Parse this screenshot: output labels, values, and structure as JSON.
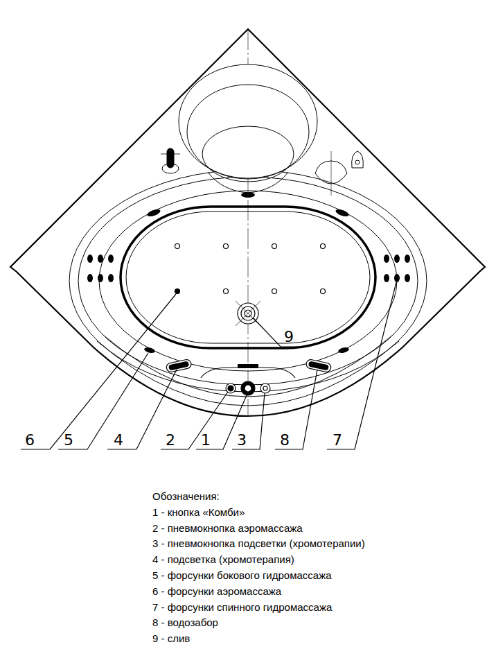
{
  "diagram": {
    "labels": [
      "9",
      "6",
      "5",
      "4",
      "2",
      "1",
      "3",
      "8",
      "7",
      "Обозначения:",
      "1 - кнопка «Комби»",
      "2 - пневмокнопка аэромассажа",
      "3 - пневмокнопка подсветки (хромотерапии)",
      "4 - подсветка (хромотерапия)",
      "5 - форсунки бокового гидромассажа",
      "6 - форсунки аэромассажа",
      "7 - форсунки спинного гидромассажа",
      "8 - водозабор",
      "9 - слив"
    ]
  }
}
